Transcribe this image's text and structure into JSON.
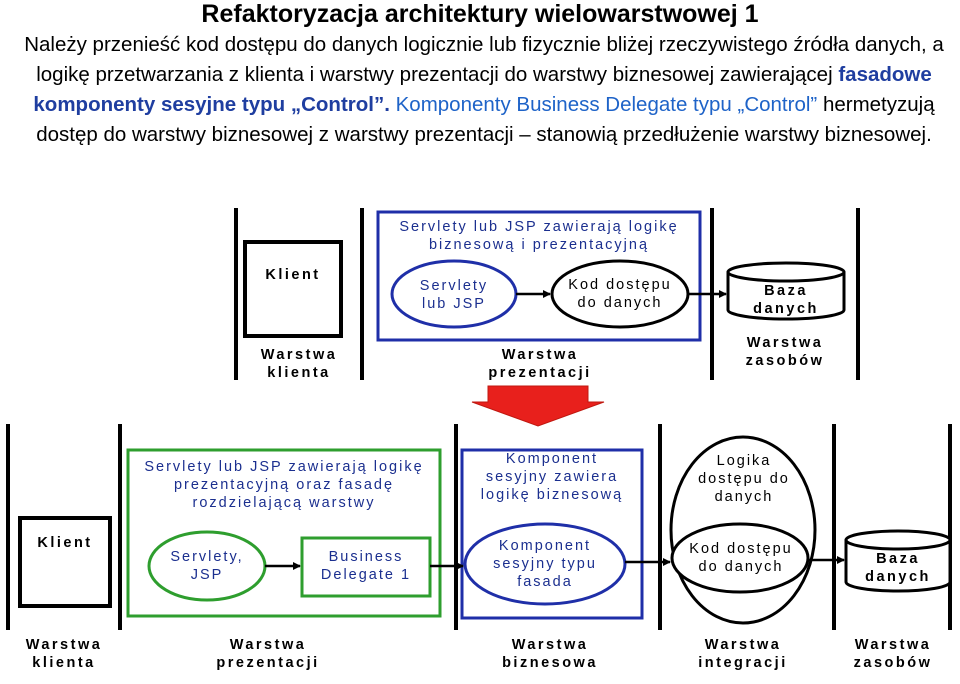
{
  "header": {
    "title": "Refaktoryzacja architektury wielowarstwowej 1",
    "para1_a": "Należy przenieść kod dostępu do danych logicznie lub fizycznie bliżej rzeczywistego źródła danych, a logikę przetwarzania z klienta i warstwy prezentacji do warstwy biznesowej zawierającej ",
    "para1_b": "fasadowe komponenty sesyjne typu „Control”.",
    "para2_a": "Komponenty Business Delegate typu „Control”",
    "para2_b": " hermetyzują dostęp do warstwy biznesowej z warstwy prezentacji – stanowią przedłużenie warstwy biznesowej."
  },
  "top_diagram": {
    "outer_label": "Servlety lub JSP zawierają logikę\nbiznesową i prezentacyjną",
    "klient": "Klient",
    "servlety": "Servlety\nlub JSP",
    "kod": "Kod dostępu\ndo danych",
    "baza": "Baza\ndanych",
    "tier_klienta": "Warstwa\nklienta",
    "tier_prezentacji": "Warstwa\nprezentacji",
    "tier_zasobow": "Warstwa\nzasobów"
  },
  "bottom_diagram": {
    "green_label": "Servlety lub JSP zawierają logikę\nprezentacyjną oraz fasadę\nrozdzielającą warstwy",
    "blue_label": "Komponent\nsesyjny zawiera\nlogikę biznesową",
    "logika_label": "Logika\ndostępu do\ndanych",
    "klient": "Klient",
    "servlety": "Servlety,\nJSP",
    "business_delegate": "Business\nDelegate 1",
    "komponent_fasada": "Komponent\nsesyjny typu\nfasada",
    "kod": "Kod dostępu\ndo danych",
    "baza": "Baza\ndanych",
    "tier_klienta": "Warstwa\nklienta",
    "tier_prezentacji": "Warstwa\nprezentacji",
    "tier_biznesowa": "Warstwa\nbiznesowa",
    "tier_integracji": "Warstwa\nintegracji",
    "tier_zasobow": "Warstwa\nzasobów"
  },
  "colors": {
    "blue_box": "#1f2fa8",
    "green_box": "#2e9e2e",
    "arrow_red": "#e8201c",
    "heading_blue": "#1f3ea0",
    "light_blue_text": "#1e63c8"
  }
}
